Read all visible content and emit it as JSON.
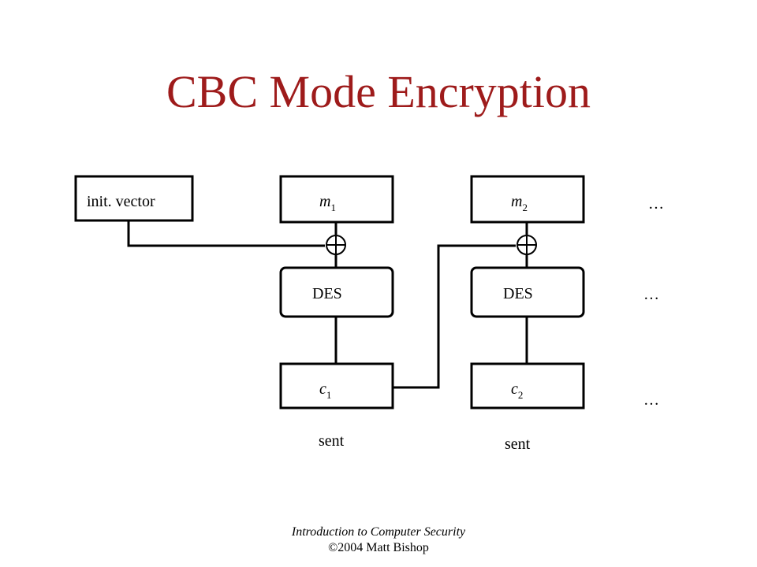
{
  "title": "CBC Mode Encryption",
  "diagram": {
    "iv_label": "init. vector",
    "block1": {
      "message_base": "m",
      "message_sub": "1",
      "cipher_label": "DES",
      "output_base": "c",
      "output_sub": "1",
      "sent_label": "sent"
    },
    "block2": {
      "message_base": "m",
      "message_sub": "2",
      "cipher_label": "DES",
      "output_base": "c",
      "output_sub": "2",
      "sent_label": "sent"
    },
    "ellipsis_top": "…",
    "ellipsis_mid": "…",
    "ellipsis_bottom": "…"
  },
  "footer": {
    "course": "Introduction to Computer Security",
    "copyright": "©2004 Matt Bishop"
  }
}
